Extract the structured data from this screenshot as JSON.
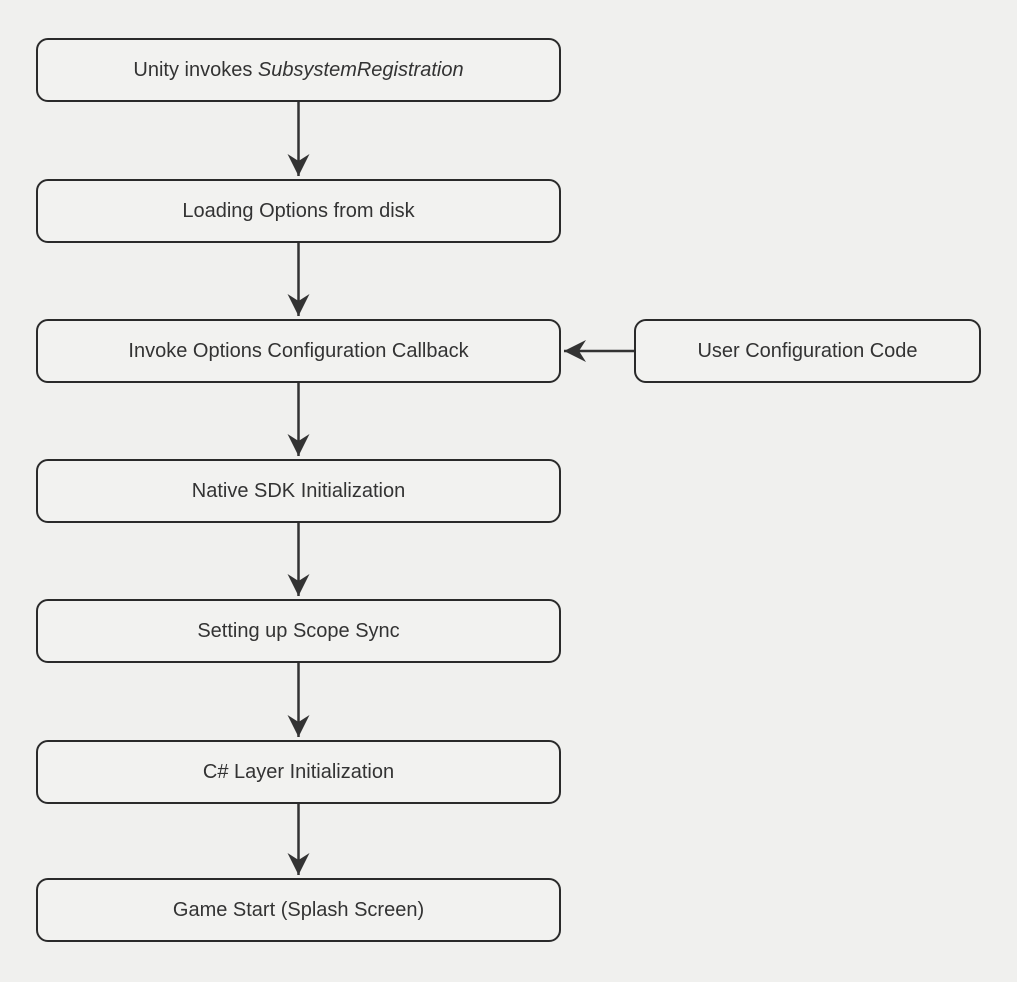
{
  "diagram": {
    "type": "flowchart",
    "direction": "top-down",
    "background_color": "#f0f0ee",
    "node_fill_color": "#f2f2f0",
    "node_border_color": "#2a2a2a",
    "text_color": "#333333",
    "arrow_color": "#333333",
    "nodes": {
      "unity": {
        "prefix": "Unity invokes ",
        "italic": "SubsystemRegistration"
      },
      "loading": {
        "label": "Loading Options from disk"
      },
      "invoke": {
        "label": "Invoke Options Configuration Callback"
      },
      "user": {
        "label": "User Configuration Code"
      },
      "native": {
        "label": "Native SDK Initialization"
      },
      "scope": {
        "label": "Setting up Scope Sync"
      },
      "csharp": {
        "label": "C# Layer Initialization"
      },
      "game": {
        "label": "Game Start (Splash Screen)"
      }
    },
    "edges": [
      {
        "from": "unity",
        "to": "loading"
      },
      {
        "from": "loading",
        "to": "invoke"
      },
      {
        "from": "user",
        "to": "invoke"
      },
      {
        "from": "invoke",
        "to": "native"
      },
      {
        "from": "native",
        "to": "scope"
      },
      {
        "from": "scope",
        "to": "csharp"
      },
      {
        "from": "csharp",
        "to": "game"
      }
    ]
  }
}
